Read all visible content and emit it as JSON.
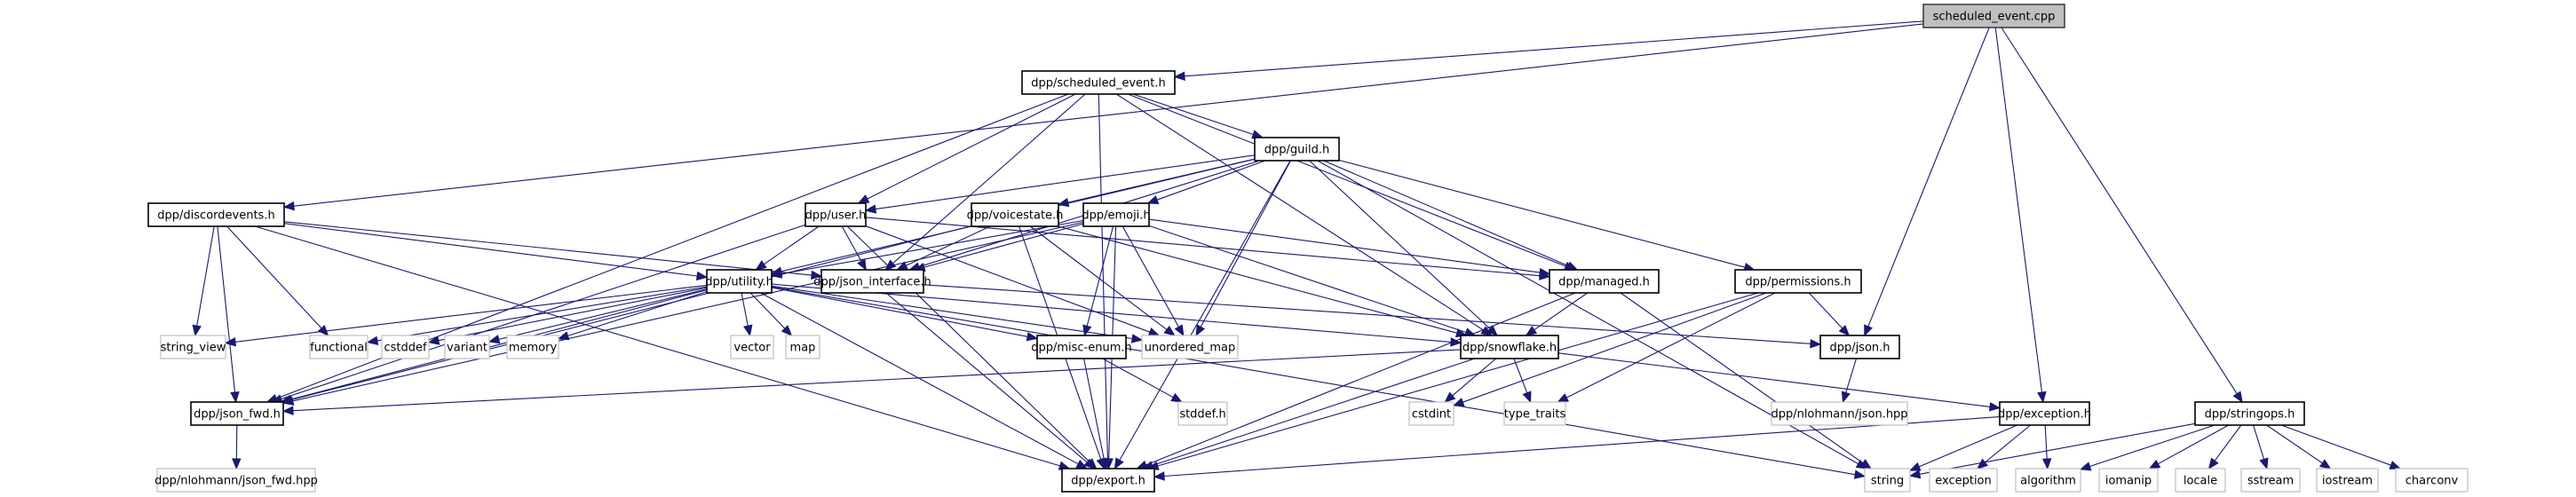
{
  "title": "scheduled_event.cpp include dependency graph",
  "colors": {
    "edge": "#191970",
    "root_fill": "#bfbfbf",
    "root_border": "#404040",
    "local_border": "#000000",
    "system_border": "#bfbfbf"
  },
  "nodes": [
    {
      "id": "cpp",
      "label": "scheduled_event.cpp",
      "kind": "root"
    },
    {
      "id": "scheduled_event_h",
      "label": "dpp/scheduled_event.h",
      "kind": "local"
    },
    {
      "id": "guild_h",
      "label": "dpp/guild.h",
      "kind": "local"
    },
    {
      "id": "discordevents_h",
      "label": "dpp/discordevents.h",
      "kind": "local"
    },
    {
      "id": "user_h",
      "label": "dpp/user.h",
      "kind": "local"
    },
    {
      "id": "voicestate_h",
      "label": "dpp/voicestate.h",
      "kind": "local"
    },
    {
      "id": "emoji_h",
      "label": "dpp/emoji.h",
      "kind": "local"
    },
    {
      "id": "managed_h",
      "label": "dpp/managed.h",
      "kind": "local"
    },
    {
      "id": "permissions_h",
      "label": "dpp/permissions.h",
      "kind": "local"
    },
    {
      "id": "utility_h",
      "label": "dpp/utility.h",
      "kind": "local"
    },
    {
      "id": "json_interface_h",
      "label": "dpp/json_interface.h",
      "kind": "local"
    },
    {
      "id": "string_view",
      "label": "string_view",
      "kind": "system"
    },
    {
      "id": "functional",
      "label": "functional",
      "kind": "system"
    },
    {
      "id": "cstddef",
      "label": "cstddef",
      "kind": "system"
    },
    {
      "id": "variant",
      "label": "variant",
      "kind": "system"
    },
    {
      "id": "memory",
      "label": "memory",
      "kind": "system"
    },
    {
      "id": "vector",
      "label": "vector",
      "kind": "system"
    },
    {
      "id": "map",
      "label": "map",
      "kind": "system"
    },
    {
      "id": "misc_enum_h",
      "label": "dpp/misc-enum.h",
      "kind": "local"
    },
    {
      "id": "unordered_map",
      "label": "unordered_map",
      "kind": "system"
    },
    {
      "id": "snowflake_h",
      "label": "dpp/snowflake.h",
      "kind": "local"
    },
    {
      "id": "json_h",
      "label": "dpp/json.h",
      "kind": "local"
    },
    {
      "id": "json_fwd_h",
      "label": "dpp/json_fwd.h",
      "kind": "local"
    },
    {
      "id": "stddef_h",
      "label": "stddef.h",
      "kind": "system"
    },
    {
      "id": "cstdint",
      "label": "cstdint",
      "kind": "system"
    },
    {
      "id": "type_traits",
      "label": "type_traits",
      "kind": "system"
    },
    {
      "id": "nlohmann_json_hpp",
      "label": "dpp/nlohmann/json.hpp",
      "kind": "system"
    },
    {
      "id": "exception_h",
      "label": "dpp/exception.h",
      "kind": "local"
    },
    {
      "id": "stringops_h",
      "label": "dpp/stringops.h",
      "kind": "local"
    },
    {
      "id": "nlohmann_json_fwd_hpp",
      "label": "dpp/nlohmann/json_fwd.hpp",
      "kind": "system"
    },
    {
      "id": "export_h",
      "label": "dpp/export.h",
      "kind": "local"
    },
    {
      "id": "string",
      "label": "string",
      "kind": "system"
    },
    {
      "id": "exception",
      "label": "exception",
      "kind": "system"
    },
    {
      "id": "algorithm",
      "label": "algorithm",
      "kind": "system"
    },
    {
      "id": "iomanip",
      "label": "iomanip",
      "kind": "system"
    },
    {
      "id": "locale",
      "label": "locale",
      "kind": "system"
    },
    {
      "id": "sstream",
      "label": "sstream",
      "kind": "system"
    },
    {
      "id": "iostream",
      "label": "iostream",
      "kind": "system"
    },
    {
      "id": "charconv",
      "label": "charconv",
      "kind": "system"
    }
  ],
  "edges": [
    [
      "cpp",
      "scheduled_event_h"
    ],
    [
      "cpp",
      "discordevents_h"
    ],
    [
      "cpp",
      "json_h"
    ],
    [
      "cpp",
      "exception_h"
    ],
    [
      "cpp",
      "stringops_h"
    ],
    [
      "scheduled_event_h",
      "guild_h"
    ],
    [
      "scheduled_event_h",
      "user_h"
    ],
    [
      "scheduled_event_h",
      "json_interface_h"
    ],
    [
      "scheduled_event_h",
      "managed_h"
    ],
    [
      "scheduled_event_h",
      "snowflake_h"
    ],
    [
      "scheduled_event_h",
      "json_fwd_h"
    ],
    [
      "scheduled_event_h",
      "export_h"
    ],
    [
      "guild_h",
      "user_h"
    ],
    [
      "guild_h",
      "voicestate_h"
    ],
    [
      "guild_h",
      "emoji_h"
    ],
    [
      "guild_h",
      "managed_h"
    ],
    [
      "guild_h",
      "permissions_h"
    ],
    [
      "guild_h",
      "utility_h"
    ],
    [
      "guild_h",
      "json_interface_h"
    ],
    [
      "guild_h",
      "snowflake_h"
    ],
    [
      "guild_h",
      "unordered_map"
    ],
    [
      "guild_h",
      "string"
    ],
    [
      "guild_h",
      "export_h"
    ],
    [
      "discordevents_h",
      "utility_h"
    ],
    [
      "discordevents_h",
      "json_interface_h"
    ],
    [
      "discordevents_h",
      "string_view"
    ],
    [
      "discordevents_h",
      "functional"
    ],
    [
      "discordevents_h",
      "json_fwd_h"
    ],
    [
      "discordevents_h",
      "export_h"
    ],
    [
      "user_h",
      "utility_h"
    ],
    [
      "user_h",
      "json_interface_h"
    ],
    [
      "user_h",
      "managed_h"
    ],
    [
      "user_h",
      "json_fwd_h"
    ],
    [
      "user_h",
      "unordered_map"
    ],
    [
      "user_h",
      "export_h"
    ],
    [
      "voicestate_h",
      "json_interface_h"
    ],
    [
      "voicestate_h",
      "snowflake_h"
    ],
    [
      "voicestate_h",
      "json_fwd_h"
    ],
    [
      "voicestate_h",
      "unordered_map"
    ],
    [
      "voicestate_h",
      "export_h"
    ],
    [
      "emoji_h",
      "utility_h"
    ],
    [
      "emoji_h",
      "json_interface_h"
    ],
    [
      "emoji_h",
      "managed_h"
    ],
    [
      "emoji_h",
      "misc_enum_h"
    ],
    [
      "emoji_h",
      "snowflake_h"
    ],
    [
      "emoji_h",
      "unordered_map"
    ],
    [
      "emoji_h",
      "json_fwd_h"
    ],
    [
      "emoji_h",
      "export_h"
    ],
    [
      "managed_h",
      "snowflake_h"
    ],
    [
      "managed_h",
      "string"
    ],
    [
      "managed_h",
      "export_h"
    ],
    [
      "permissions_h",
      "json_h"
    ],
    [
      "permissions_h",
      "type_traits"
    ],
    [
      "permissions_h",
      "cstdint"
    ],
    [
      "permissions_h",
      "export_h"
    ],
    [
      "utility_h",
      "string_view"
    ],
    [
      "utility_h",
      "functional"
    ],
    [
      "utility_h",
      "cstddef"
    ],
    [
      "utility_h",
      "variant"
    ],
    [
      "utility_h",
      "memory"
    ],
    [
      "utility_h",
      "vector"
    ],
    [
      "utility_h",
      "map"
    ],
    [
      "utility_h",
      "misc_enum_h"
    ],
    [
      "utility_h",
      "unordered_map"
    ],
    [
      "utility_h",
      "snowflake_h"
    ],
    [
      "utility_h",
      "json_fwd_h"
    ],
    [
      "utility_h",
      "string"
    ],
    [
      "utility_h",
      "export_h"
    ],
    [
      "json_interface_h",
      "json_h"
    ],
    [
      "json_interface_h",
      "export_h"
    ],
    [
      "misc_enum_h",
      "stddef_h"
    ],
    [
      "misc_enum_h",
      "export_h"
    ],
    [
      "snowflake_h",
      "json_fwd_h"
    ],
    [
      "snowflake_h",
      "cstdint"
    ],
    [
      "snowflake_h",
      "type_traits"
    ],
    [
      "snowflake_h",
      "exception_h"
    ],
    [
      "snowflake_h",
      "export_h"
    ],
    [
      "json_h",
      "nlohmann_json_hpp"
    ],
    [
      "json_fwd_h",
      "nlohmann_json_fwd_hpp"
    ],
    [
      "exception_h",
      "string"
    ],
    [
      "exception_h",
      "exception"
    ],
    [
      "exception_h",
      "algorithm"
    ],
    [
      "exception_h",
      "export_h"
    ],
    [
      "stringops_h",
      "string"
    ],
    [
      "stringops_h",
      "algorithm"
    ],
    [
      "stringops_h",
      "iomanip"
    ],
    [
      "stringops_h",
      "locale"
    ],
    [
      "stringops_h",
      "sstream"
    ],
    [
      "stringops_h",
      "iostream"
    ],
    [
      "stringops_h",
      "charconv"
    ]
  ]
}
